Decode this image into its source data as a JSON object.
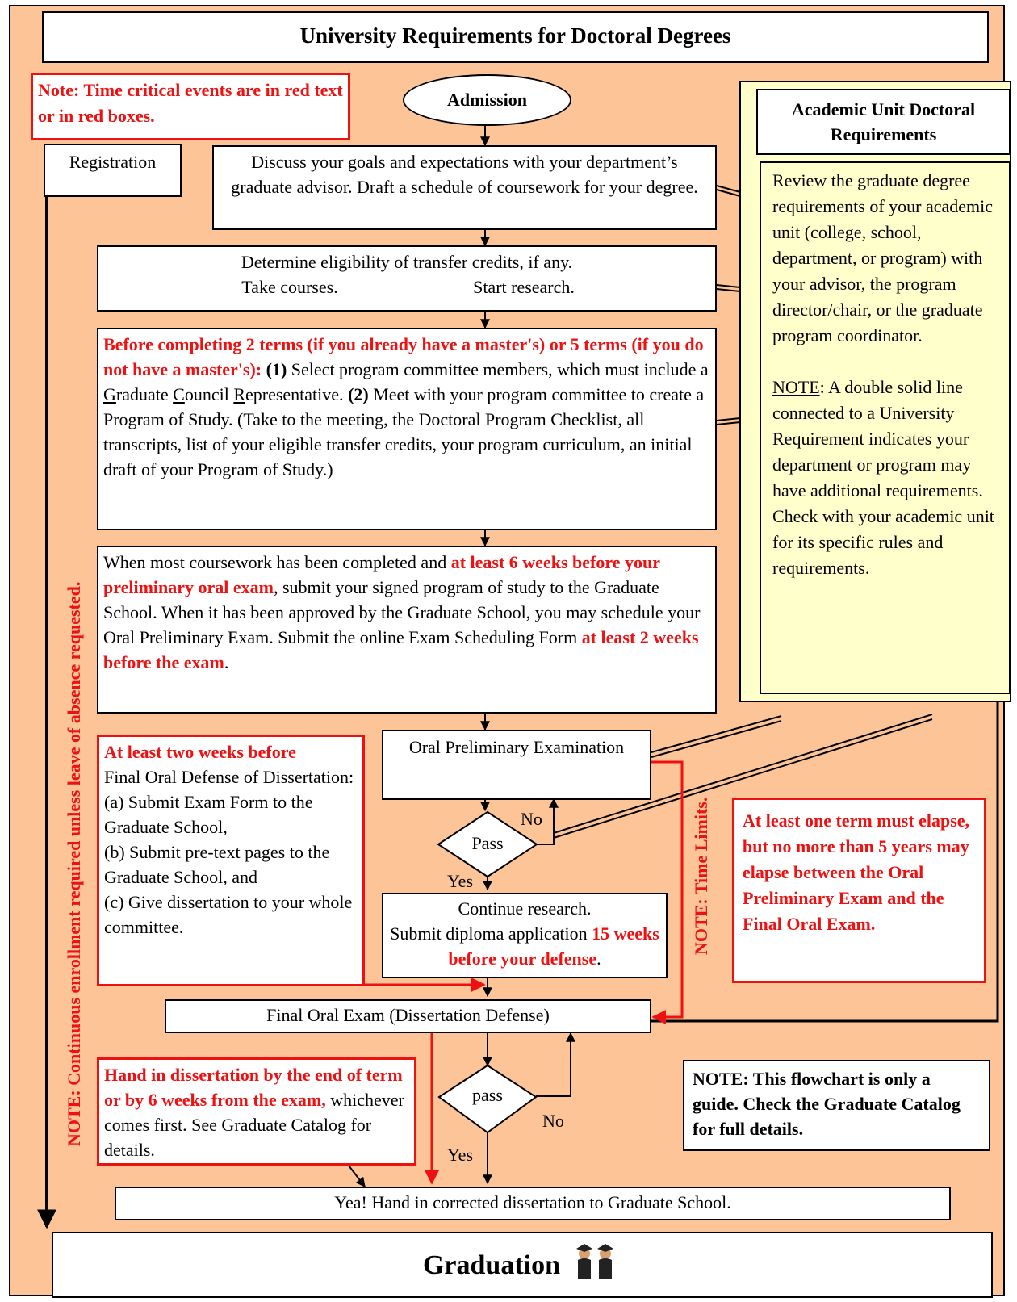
{
  "title": "University Requirements for Doctoral Degrees",
  "note_time_critical": "Note: Time critical events are in red text or in red boxes.",
  "admission": "Admission",
  "registration": "Registration",
  "academic_unit": {
    "title": "Academic Unit Doctoral Requirements",
    "body": "Review the graduate degree requirements of your academic unit (college, school, department, or program) with your advisor, the program director/chair, or the graduate program coordinator.",
    "note_label": "NOTE",
    "note_text": ": A double solid line connected to a University Requirement indicates your department or program may have additional requirements.  Check with your academic unit for its specific rules and requirements."
  },
  "steps": {
    "discuss": "Discuss your goals and expectations with your department’s graduate advisor. Draft a schedule of coursework for your degree.",
    "transfer_line1": "Determine eligibility of transfer credits, if any.",
    "take_courses": "Take courses.",
    "start_research": "Start research.",
    "committee_red": "Before completing 2 terms (if you already have a master's) or  5 terms (if you do not have a master's):",
    "committee_n1": "(1)",
    "committee_t1": " Select program committee members, which must include a ",
    "committee_g": "G",
    "committee_raduate": "raduate ",
    "committee_c": "C",
    "committee_ouncil": "ouncil ",
    "committee_r": "R",
    "committee_epresentative": "epresentative. ",
    "committee_n2": "(2)",
    "committee_t2": " Meet with your program committee to create a Program of Study.  (Take to the meeting, the Doctoral Program Checklist, all transcripts, list of your eligible transfer credits, your program curriculum, an initial draft of your Program of Study.)",
    "coursework_t1": "When most coursework has been completed and ",
    "coursework_r1": "at least 6 weeks before your preliminary oral exam",
    "coursework_t2": ", submit your signed program of study to the Graduate School. When it has been approved by the Graduate School, you may schedule your Oral Preliminary Exam. Submit the online Exam Scheduling Form ",
    "coursework_r2": "at least 2 weeks before the exam",
    "coursework_t3": ".",
    "oral_prelim": "Oral Preliminary Examination",
    "pass1": "Pass",
    "no1": "No",
    "yes1": "Yes",
    "continue_t1": "Continue research.",
    "continue_t2": "Submit diploma application ",
    "continue_r1": "15 weeks before your defense",
    "continue_t3": ".",
    "final_oral": "Final Oral Exam (Dissertation Defense)",
    "pass2": "pass",
    "no2": "No",
    "yes2": "Yes",
    "yea": "Yea!  Hand in corrected dissertation to Graduate School.",
    "graduation": "Graduation"
  },
  "two_weeks": {
    "red": "At least two weeks before",
    "t1": "Final Oral Defense of Dissertation:",
    "a": "(a) Submit Exam Form to the Graduate School,",
    "b": "(b) Submit pre-text pages to the Graduate School, and",
    "c": "(c) Give dissertation to your whole committee."
  },
  "one_term": "At least one term must elapse, but no more than 5 years may elapse between the Oral Preliminary Exam and the Final Oral Exam.",
  "hand_in": {
    "red": "Hand in dissertation by the end of term or by 6 weeks from the exam,",
    "t1": " whichever comes first. See Graduate Catalog for details."
  },
  "flowchart_note": "NOTE: This flowchart is only a guide. Check the Graduate Catalog for full details.",
  "vertical_enrollment": "NOTE: Continuous enrollment required unless leave of absence requested.",
  "vertical_time_limits": "NOTE: Time Limits.",
  "colors": {
    "background": "#fdc498",
    "red": "#ee1111",
    "yellow": "#ffffcc"
  }
}
